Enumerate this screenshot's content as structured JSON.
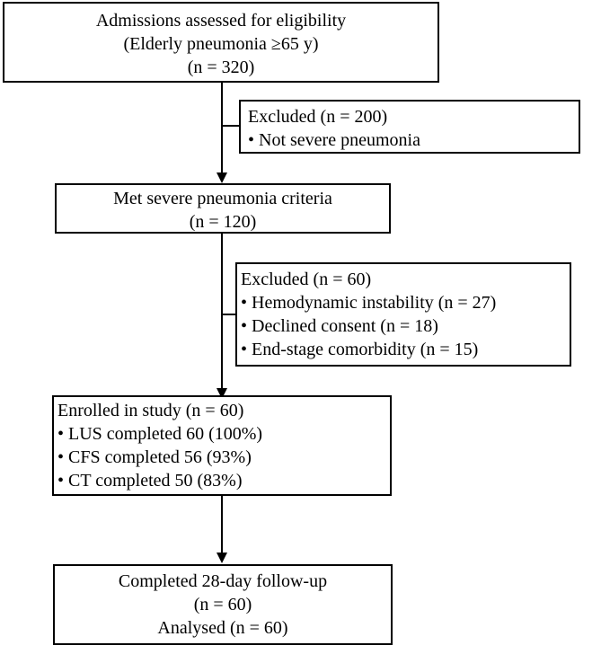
{
  "flow": {
    "screened": {
      "lines": [
        "Admissions assessed for eligibility",
        "(Elderly pneumonia ≥65 y)",
        "(n = 320)"
      ]
    },
    "excluded1": {
      "lines": [
        "Excluded (n = 200)",
        "• Not severe pneumonia"
      ]
    },
    "severe": {
      "lines": [
        "Met severe pneumonia criteria",
        "(n = 120)"
      ]
    },
    "excluded2": {
      "lines": [
        "Excluded (n = 60)",
        "• Hemodynamic instability (n = 27)",
        "• Declined consent (n = 18)",
        "• End-stage comorbidity (n = 15)"
      ]
    },
    "enrolled": {
      "lines": [
        "Enrolled in study (n = 60)",
        "• LUS completed 60 (100%)",
        "• CFS completed 56 (93%)",
        "• CT completed 50 (83%)"
      ]
    },
    "followup": {
      "lines": [
        "Completed 28-day follow-up",
        "(n = 60)",
        "Analysed (n = 60)"
      ]
    }
  }
}
